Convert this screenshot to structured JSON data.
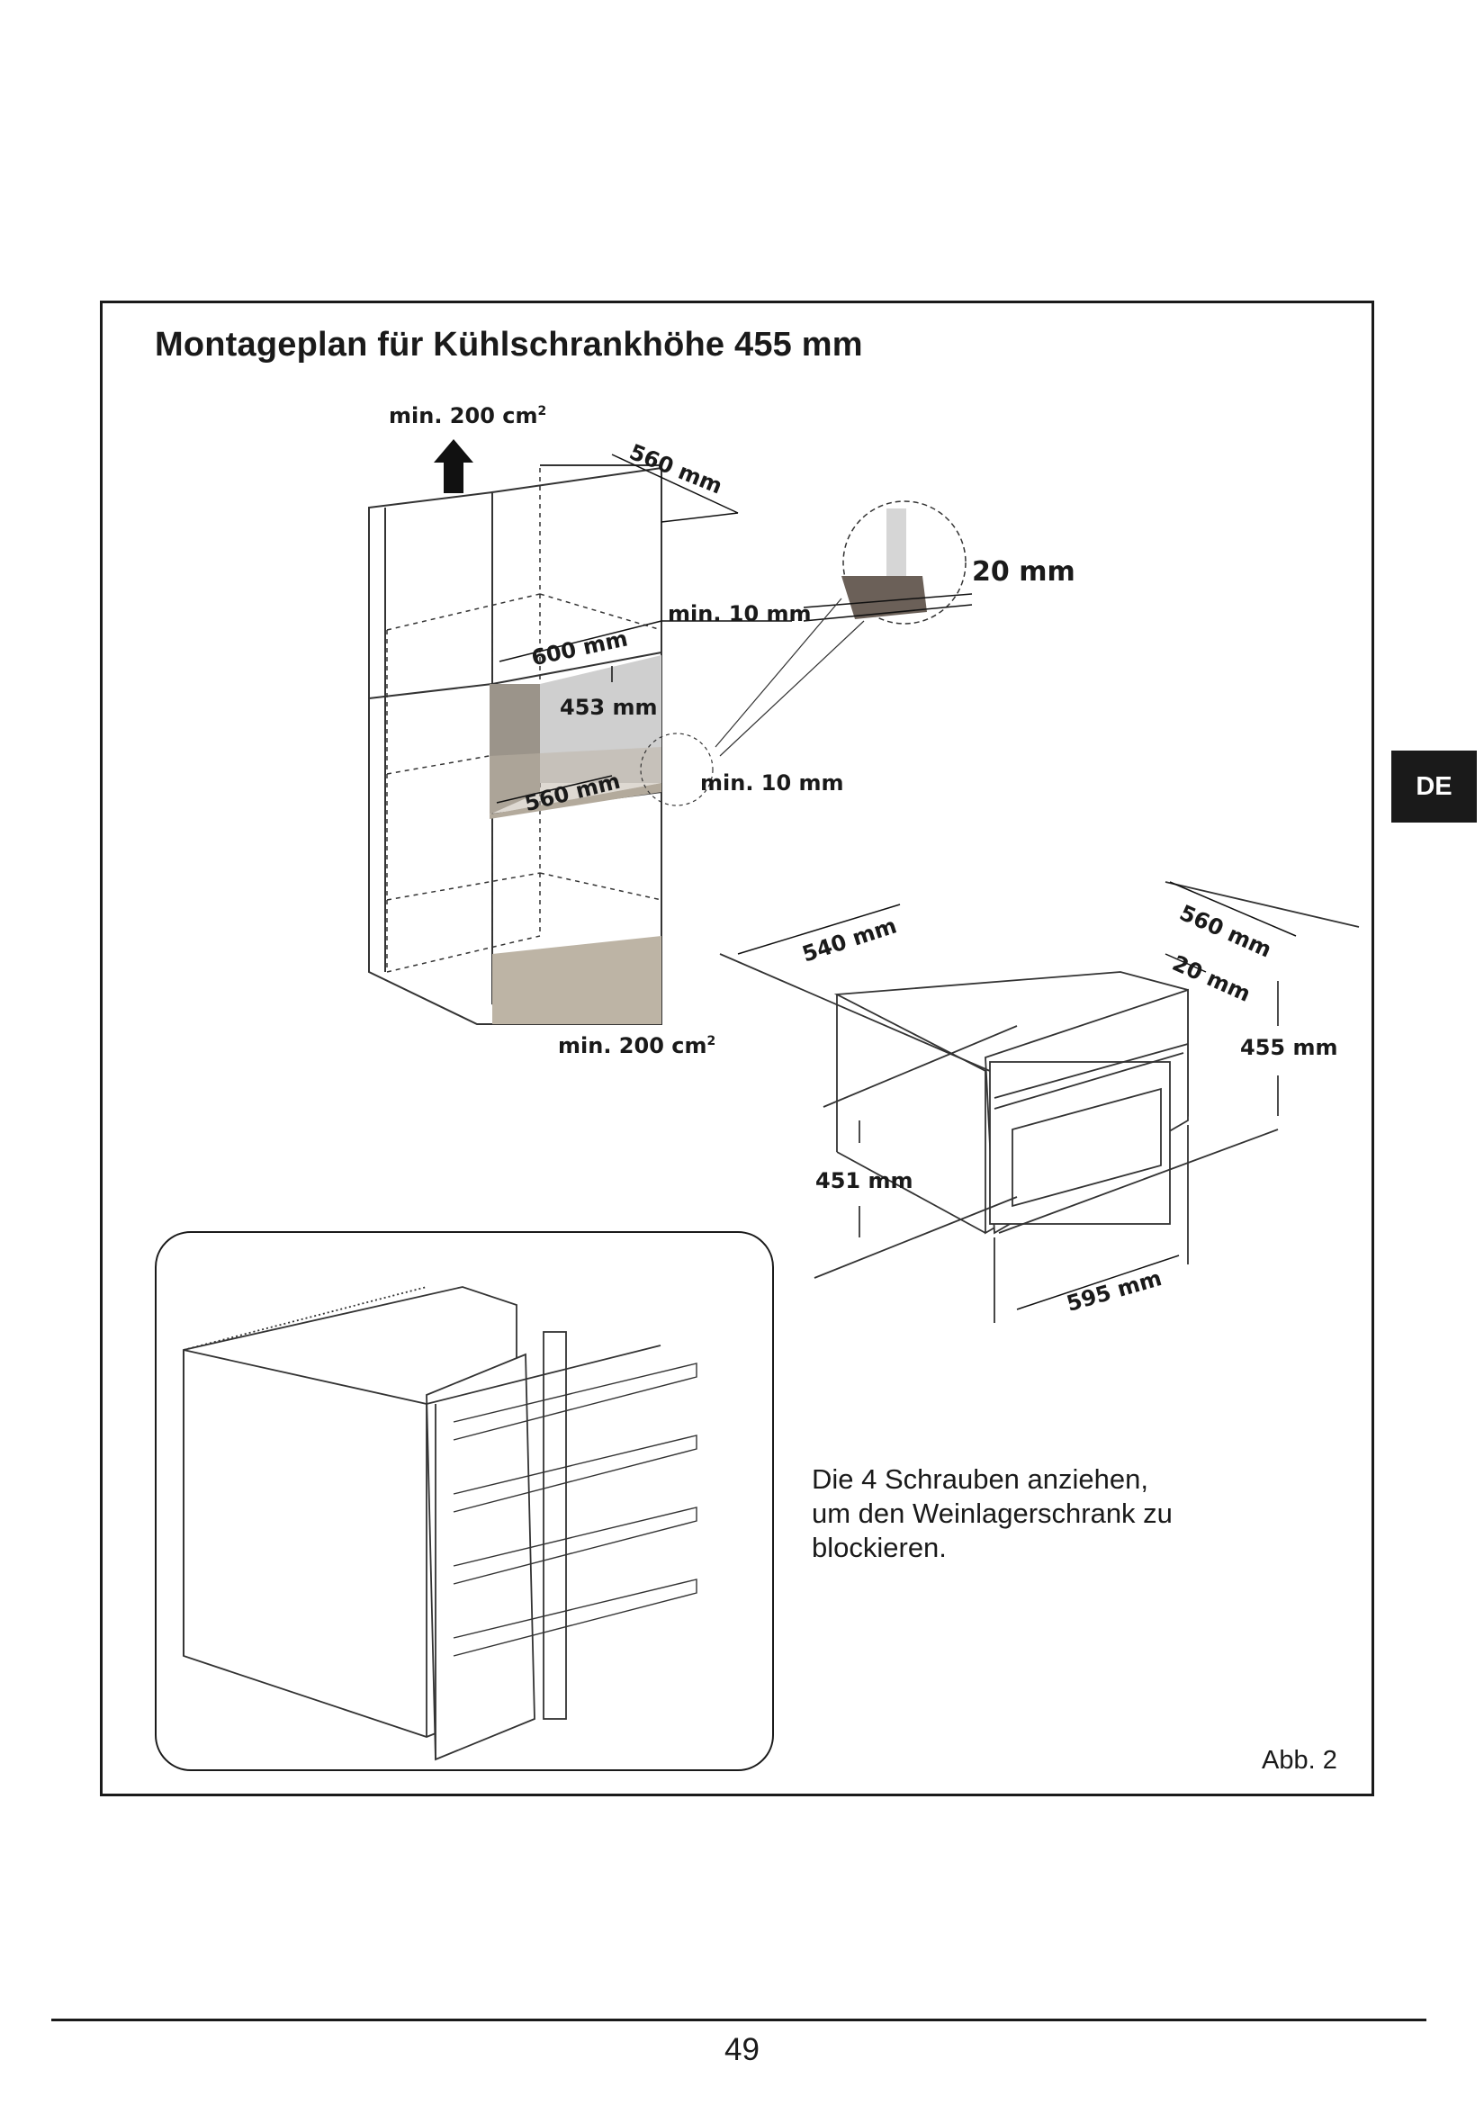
{
  "title": "Montageplan für Kühlschrankhöhe 455 mm",
  "language_tab": "DE",
  "dimensions": {
    "vent_top": "min.  200 cm",
    "vent_top_sup": "2",
    "vent_bottom": "min. 200 cm",
    "vent_bottom_sup": "2",
    "depth_top": "560 mm",
    "gap_top": "min. 10 mm",
    "width_niche": "600 mm",
    "height_niche": "453 mm",
    "depth_niche": "560 mm",
    "gap_bottom": "min. 10 mm",
    "detail_offset": "20 mm",
    "unit_depth": "540 mm",
    "unit_total_depth": "560 mm",
    "unit_front_offset": "20 mm",
    "unit_front_height": "455 mm",
    "unit_body_height": "451 mm",
    "unit_width": "595 mm"
  },
  "caption": {
    "line1": "Die 4 Schrauben anziehen,",
    "line2": "um den Weinlagerschrank zu",
    "line3": "blockieren."
  },
  "figure_label": "Abb. 2",
  "page_number": "49"
}
